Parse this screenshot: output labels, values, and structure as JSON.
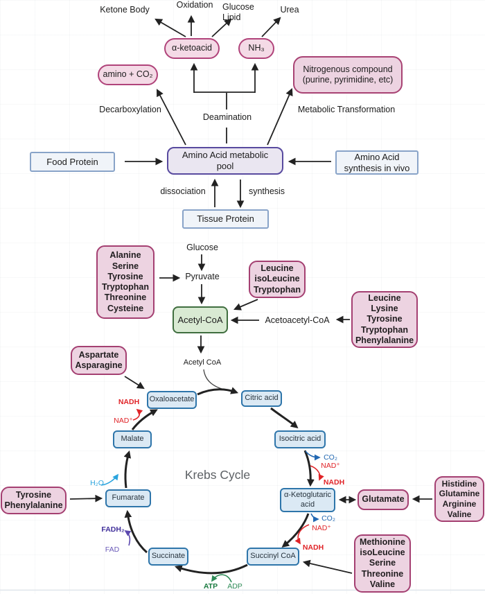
{
  "colors": {
    "pink_fill": "#f4dae6",
    "pink_border": "#b0437a",
    "group_fill": "#edd3e1",
    "group_border": "#a43f71",
    "blue_fill": "#dbe9f4",
    "blue_border": "#2e75aa",
    "protein_fill": "#f0f4f9",
    "protein_border": "#88a3c8",
    "pool_fill": "#eae6f1",
    "pool_border": "#584a9f",
    "green_fill": "#d9ead3",
    "green_border": "#3f6e3f",
    "nadh_red": "#e02428",
    "co2_blue": "#2268b2",
    "h2o_blue": "#2aa4de",
    "fad_purple": "#5b48ae",
    "atp_green": "#1a7a40"
  },
  "top_flow": {
    "ketone_body": "Ketone Body",
    "oxidation": "Oxidation",
    "glucose_lipid": "Glucose\nLipid",
    "urea": "Urea",
    "alpha_ketoacid": "α-ketoacid",
    "nh3": "NH₃",
    "amino_co2": "amino + CO₂",
    "nitrogenous_compound": "Nitrogenous compound\n(purine, pyrimidine, etc)",
    "decarboxylation": "Decarboxylation",
    "deamination": "Deamination",
    "metabolic_transformation": "Metabolic Transformation",
    "food_protein": "Food Protein",
    "amino_acid_pool": "Amino Acid metabolic\npool",
    "amino_acid_synthesis": "Amino Acid\nsynthesis in vivo",
    "dissociation": "dissociation",
    "synthesis": "synthesis",
    "tissue_protein": "Tissue Protein"
  },
  "glycolysis": {
    "glucose": "Glucose",
    "pyruvate": "Pyruvate",
    "acetyl_coa": "Acetyl-CoA",
    "acetoacetyl_coa": "Acetoacetyl-CoA",
    "acetyl_coa_entry": "Acetyl CoA",
    "group_pyruvate": "Alanine\nSerine\nTyrosine\nTryptophan\nThreonine\nCysteine",
    "group_acetyl": "Leucine\nisoLeucine\nTryptophan",
    "group_acetoacetyl": "Leucine\nLysine\nTyrosine\nTryptophan\nPhenylalanine"
  },
  "krebs": {
    "title": "Krebs Cycle",
    "oxaloacetate": "Oxaloacetate",
    "citric_acid": "Citric acid",
    "isocitric_acid": "Isocitric acid",
    "alpha_ketoglutaric": "α-Ketoglutaric\nacid",
    "succinyl_coa": "Succinyl CoA",
    "succinate": "Succinate",
    "fumarate": "Fumarate",
    "malate": "Malate",
    "glutamate": "Glutamate",
    "group_oxaloacetate": "Aspartate\nAsparagine",
    "group_fumarate": "Tyrosine\nPhenylalanine",
    "group_glutamate": "Histidine\nGlutamine\nArginine\nValine",
    "group_succinyl": "Methionine\nisoLeucine\nSerine\nThreonine\nValine",
    "cofactors": {
      "nadh_1": "NADH",
      "nad_1": "NAD⁺",
      "co2_1": "CO₂",
      "nad_2": "NAD⁺",
      "nadh_2": "NADH",
      "co2_2": "CO₂",
      "nad_3": "NAD⁺",
      "nadh_3": "NADH",
      "h2o": "H₂O",
      "fadh2": "FADH₂",
      "fad": "FAD",
      "atp": "ATP",
      "adp": "ADP"
    }
  }
}
